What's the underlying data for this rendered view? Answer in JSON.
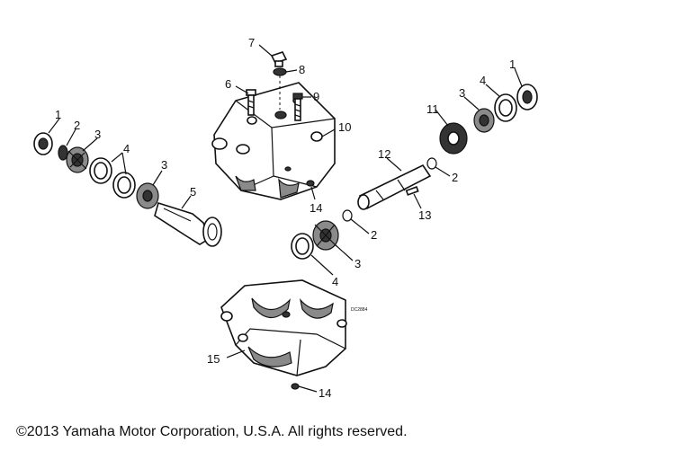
{
  "callouts": {
    "c1_left": "1",
    "c2_left": "2",
    "c3_left": "3",
    "c4_left": "4",
    "c3_left_b": "3",
    "c5": "5",
    "c6": "6",
    "c7": "7",
    "c8": "8",
    "c9": "9",
    "c10": "10",
    "c14_mid": "14",
    "c1_right": "1",
    "c4_right": "4",
    "c3_right": "3",
    "c11": "11",
    "c12": "12",
    "c2_right": "2",
    "c13": "13",
    "c2_lower": "2",
    "c3_lower": "3",
    "c4_lower": "4",
    "c15": "15",
    "c14_bottom": "14"
  },
  "diagram_code": "DC2884",
  "copyright": "©2013 Yamaha Motor Corporation, U.S.A. All rights reserved."
}
